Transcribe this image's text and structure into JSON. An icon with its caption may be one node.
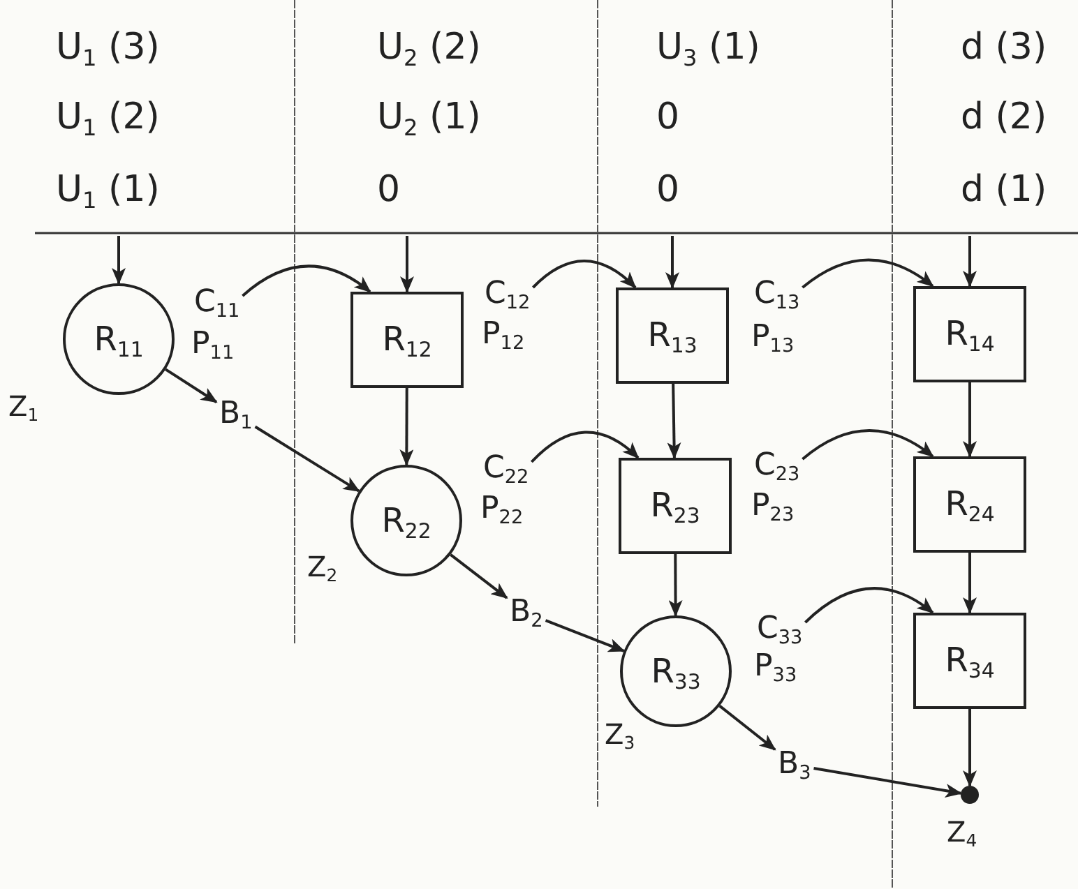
{
  "diagram": {
    "nodes": [
      {
        "text": [
          "R$_{11}$"
        ],
        "beside": [
          "Z$_{1}$"
        ]
      },
      {
        "text": [
          "C$_{11}$"
        ]
      },
      {
        "text": [
          "R$_{12}$"
        ]
      },
      {
        "text": [
          "C$_{12}$"
        ]
      },
      {
        "text": [
          "R$_{13}$"
        ]
      },
      {
        "text": [
          "C$_{13}$"
        ]
      },
      {
        "text": [
          "R$_{14}$"
        ]
      },
      {
        "text": [
          "B$_{1}$"
        ]
      },
      {
        "text": [
          "R$_{22}$"
        ],
        "beside": [
          "Z$_{2}$"
        ]
      },
      {
        "text": [
          "C$_{22}$"
        ]
      },
      {
        "text": [
          "R$_{23}$"
        ]
      },
      {
        "text": [
          "C$_{23}$"
        ]
      },
      {
        "text": [
          "R$_{24}$"
        ]
      },
      {
        "text": [
          "B$_{2}$"
        ]
      },
      {
        "text": [
          "R$_{33}$"
        ],
        "beside": [
          "Z$_{3}$"
        ]
      },
      {
        "text": [
          "C$_{33}$"
        ]
      },
      {
        "text": [
          "R$_{34}$"
        ]
      },
      {
        "text": [
          "B$_{3}$"
        ]
      },
      {
        "text": [],
        "shape": "circle",
        "beside": [
          "Z$_{4}$"
        ]
      }
    ],
    "edges": [
      {
        "from": null,
        "to": 0,
        "arrow": "to"
      },
      {
        "from": null,
        "to": 2,
        "arrow": "to"
      },
      {
        "from": null,
        "to": 4,
        "arrow": "to"
      },
      {
        "from": null,
        "to": 6,
        "arrow": "to"
      },
      {
        "from": 1,
        "to": 2,
        "arrow": "to"
      },
      {
        "from": 3,
        "to": 4,
        "arrow": "to"
      },
      {
        "from": 5,
        "to": 6,
        "arrow": "to"
      },
      {
        "from": 0,
        "to": 7,
        "arrow": "to"
      },
      {
        "from": 7,
        "to": 8,
        "arrow": "to"
      },
      {
        "from": 2,
        "to": 8,
        "arrow": "to"
      },
      {
        "from": 4,
        "to": 10,
        "arrow": "to"
      },
      {
        "from": 6,
        "to": 12,
        "arrow": "to"
      },
      {
        "from": 9,
        "to": 10,
        "arrow": "to"
      },
      {
        "from": 11,
        "to": 12,
        "arrow": "to"
      },
      {
        "from": 8,
        "to": 13,
        "arrow": "to"
      },
      {
        "from": 13,
        "to": 14,
        "arrow": "to"
      },
      {
        "from": 10,
        "to": 14,
        "arrow": "to"
      },
      {
        "from": 12,
        "to": 16,
        "arrow": "to"
      },
      {
        "from": 15,
        "to": 16,
        "arrow": "to"
      },
      {
        "from": 14,
        "to": 17,
        "arrow": "to"
      },
      {
        "from": 17,
        "to": 18,
        "arrow": "to"
      },
      {
        "from": 16,
        "to": 18,
        "arrow": "to"
      }
    ],
    "labels": [
      "U$_{1}$ (3)",
      "U$_{2}$ (2)",
      "U$_{3}$ (1)",
      "d (3)",
      "U$_{1}$ (2)",
      "U$_{2}$ (1)",
      "0",
      "d (2)",
      "U$_{1}$ (1)",
      "0",
      "0",
      "d (1)",
      "P$_{11}$",
      "P$_{12}$",
      "P$_{13}$",
      "P$_{22}$",
      "P$_{23}$",
      "P$_{33}$"
    ]
  }
}
